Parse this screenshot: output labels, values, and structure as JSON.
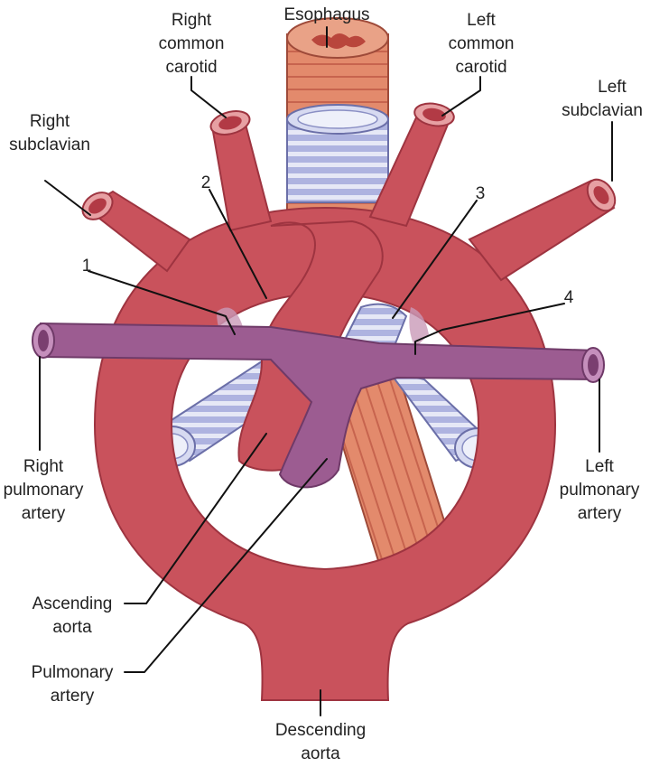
{
  "labels": {
    "esophagus": "Esophagus",
    "right_common_carotid": [
      "Right",
      "common",
      "carotid"
    ],
    "left_common_carotid": [
      "Left",
      "common",
      "carotid"
    ],
    "right_subclavian": [
      "Right",
      "subclavian"
    ],
    "left_subclavian": [
      "Left",
      "subclavian"
    ],
    "right_pulmonary_artery": [
      "Right",
      "pulmonary",
      "artery"
    ],
    "left_pulmonary_artery": [
      "Left",
      "pulmonary",
      "artery"
    ],
    "ascending_aorta": [
      "Ascending",
      "aorta"
    ],
    "pulmonary_artery": [
      "Pulmonary",
      "artery"
    ],
    "descending_aorta": [
      "Descending",
      "aorta"
    ]
  },
  "markers": [
    "1",
    "2",
    "3",
    "4"
  ],
  "colors": {
    "aorta": "#c7505a",
    "aorta_dark": "#9e3440",
    "pulmonary": "#9a5a8e",
    "pulmonary_dark": "#6f3a68",
    "esophagus": "#e2866a",
    "esophagus_stripe": "#c9654e",
    "trachea": "#b9bde6",
    "trachea_ring": "#e6e8f6"
  }
}
